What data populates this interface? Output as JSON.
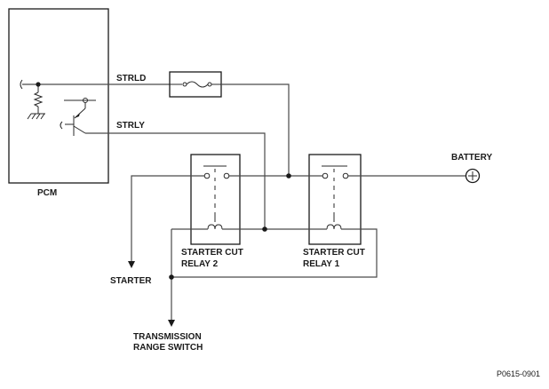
{
  "labels": {
    "pcm": "PCM",
    "strld": "STRLD",
    "strly": "STRLY",
    "battery": "BATTERY",
    "starter": "STARTER",
    "relay2_line1": "STARTER CUT",
    "relay2_line2": "RELAY 2",
    "relay1_line1": "STARTER CUT",
    "relay1_line2": "RELAY 1",
    "trs_line1": "TRANSMISSION",
    "trs_line2": "RANGE SWITCH",
    "figure_code": "P0615-0901"
  }
}
